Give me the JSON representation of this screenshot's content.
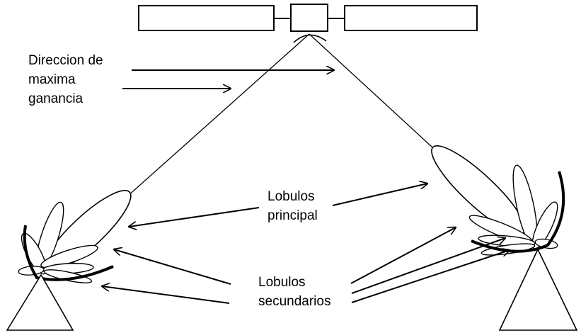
{
  "labels": {
    "direction_line1": "Direccion de",
    "direction_line2": "maxima",
    "direction_line3": "ganancia",
    "main_lobes_line1": "Lobulos",
    "main_lobes_line2": "principal",
    "side_lobes_line1": "Lobulos",
    "side_lobes_line2": "secundarios"
  },
  "colors": {
    "ink": "#000000",
    "background": "#ffffff"
  }
}
